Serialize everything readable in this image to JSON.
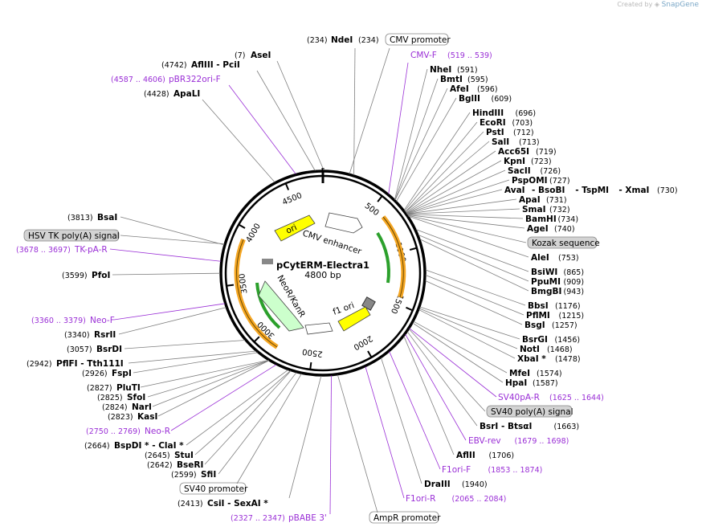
{
  "credit": {
    "prefix": "Created by",
    "brand": "SnapGene"
  },
  "plasmid": {
    "name": "pCytERM-Electra1",
    "size": "4800 bp"
  },
  "ring_ticks": [
    "500",
    "1000",
    "1500",
    "2000",
    "2500",
    "3000",
    "3500",
    "4000",
    "4500"
  ],
  "inner_features": {
    "ori": "ori",
    "cmv": "CMV enhancer",
    "f1": "f1 ori",
    "neo": "NeoR/KanR"
  },
  "right_sites": [
    {
      "name": "NheI",
      "pos": "(591)"
    },
    {
      "name": "BmtI",
      "pos": "(595)"
    },
    {
      "name": "AfeI",
      "pos": "(596)"
    },
    {
      "name": "BglII",
      "pos": "(609)"
    },
    {
      "name": "HindIII",
      "pos": "(696)"
    },
    {
      "name": "EcoRI",
      "pos": "(703)"
    },
    {
      "name": "PstI",
      "pos": "(712)"
    },
    {
      "name": "SalI",
      "pos": "(713)"
    },
    {
      "name": "Acc65I",
      "pos": "(719)"
    },
    {
      "name": "KpnI",
      "pos": "(723)"
    },
    {
      "name": "SacII",
      "pos": "(726)"
    },
    {
      "name": "PspOMI",
      "pos": "(727)"
    },
    {
      "name": "AvaI",
      "pos": "(730)",
      "extra": [
        "BsoBI",
        "TspMI",
        "XmaI"
      ]
    },
    {
      "name": "ApaI",
      "pos": "(731)"
    },
    {
      "name": "SmaI",
      "pos": "(732)"
    },
    {
      "name": "BamHI",
      "pos": "(734)"
    },
    {
      "name": "AgeI",
      "pos": "(740)"
    }
  ],
  "kozak": "Kozak sequence",
  "right_sites2": [
    {
      "name": "AleI",
      "pos": "(753)"
    },
    {
      "name": "BsiWI",
      "pos": "(865)"
    },
    {
      "name": "PpuMI",
      "pos": "(909)"
    },
    {
      "name": "BmgBI",
      "pos": "(943)"
    },
    {
      "name": "BbsI",
      "pos": "(1176)"
    },
    {
      "name": "PflMI",
      "pos": "(1215)"
    },
    {
      "name": "BsgI",
      "pos": "(1257)"
    },
    {
      "name": "BsrGI",
      "pos": "(1456)"
    },
    {
      "name": "NotI",
      "pos": "(1468)"
    },
    {
      "name": "XbaI *",
      "pos": "(1478)"
    },
    {
      "name": "MfeI",
      "pos": "(1574)"
    },
    {
      "name": "HpaI",
      "pos": "(1587)"
    }
  ],
  "svpa_primer": {
    "name": "SV40pA-R",
    "pos": "(1625 .. 1644)"
  },
  "sv40_polya": "SV40 poly(A) signal",
  "bottom_right": [
    {
      "name": "BsrI",
      "extra": "BtsαI",
      "pos": "(1663)"
    },
    {
      "primer": "EBV-rev",
      "pos": "(1679 .. 1698)"
    },
    {
      "name": "AflII",
      "pos": "(1706)"
    },
    {
      "primer": "F1ori-F",
      "pos": "(1853 .. 1874)"
    },
    {
      "name": "DraIII",
      "pos": "(1940)"
    },
    {
      "primer": "F1ori-R",
      "pos": "(2065 .. 2084)"
    }
  ],
  "ampr": "AmpR promoter",
  "top_labels": {
    "ndei": {
      "name": "NdeI",
      "pos": "(234)"
    },
    "cmv_promoter": "CMV promoter",
    "cmvf": {
      "name": "CMV-F",
      "pos": "(519 .. 539)"
    },
    "asei": {
      "name": "AseI",
      "pos": "(7)"
    },
    "afliii": {
      "name": "AflIII",
      "extra": "PciI",
      "pos": "(4742)"
    },
    "pbr": {
      "name": "pBR322ori-F",
      "pos": "(4587 .. 4606)"
    },
    "apali": {
      "name": "ApaLI",
      "pos": "(4428)"
    }
  },
  "left_labels": {
    "bsai": {
      "name": "BsaI",
      "pos": "(3813)"
    },
    "hsv": "HSV TK poly(A) signal",
    "tkpa": {
      "name": "TK-pA-R",
      "pos": "(3678 .. 3697)"
    },
    "pfoi": {
      "name": "PfoI",
      "pos": "(3599)"
    },
    "neof": {
      "name": "Neo-F",
      "pos": "(3360 .. 3379)"
    },
    "rsrii": {
      "name": "RsrII",
      "pos": "(3340)"
    },
    "bsrdi": {
      "name": "BsrDI",
      "pos": "(3057)"
    },
    "pflfi": {
      "name": "PflFI",
      "extra": "Tth111I",
      "pos": "(2942)"
    },
    "fspi": {
      "name": "FspI",
      "pos": "(2926)"
    },
    "pluti": {
      "name": "PluTI",
      "pos": "(2827)"
    },
    "sfoi": {
      "name": "SfoI",
      "pos": "(2825)"
    },
    "nari": {
      "name": "NarI",
      "pos": "(2824)"
    },
    "kasi": {
      "name": "KasI",
      "pos": "(2823)"
    },
    "neor": {
      "name": "Neo-R",
      "pos": "(2750 .. 2769)"
    },
    "bspdi": {
      "name": "BspDI *",
      "extra": "ClaI *",
      "pos": "(2664)"
    },
    "stui": {
      "name": "StuI",
      "pos": "(2645)"
    },
    "bseri": {
      "name": "BseRI",
      "pos": "(2642)"
    },
    "sfii": {
      "name": "SfiI",
      "pos": "(2599)"
    },
    "sv40prom": "SV40 promoter",
    "csii": {
      "name": "CsiI",
      "extra": "SexAI *",
      "pos": "(2413)"
    },
    "pbabe": {
      "name": "pBABE 3'",
      "pos": "(2327 .. 2347)"
    }
  },
  "colors": {
    "primer": "#9a2fd6",
    "ori": "#ffff00",
    "orange": "#f5a623",
    "green": "#2ca02c",
    "neo": "#ccffcc",
    "feature_box": "#d3d3d3"
  }
}
